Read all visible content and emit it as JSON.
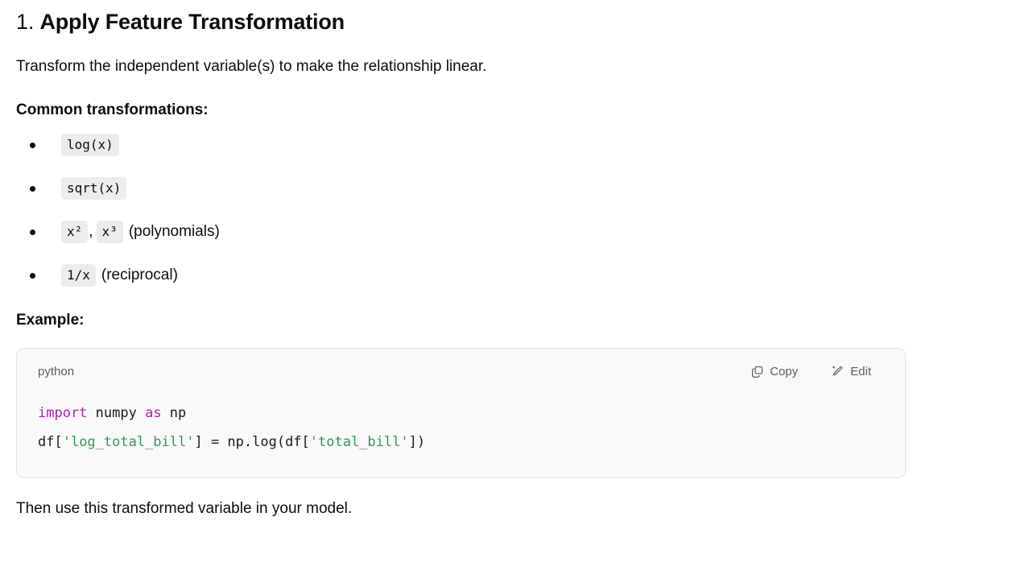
{
  "section": {
    "number": "1.",
    "title": "Apply Feature Transformation",
    "intro": "Transform the independent variable(s) to make the relationship linear.",
    "transformations_label": "Common transformations:",
    "example_label": "Example:",
    "closing": "Then use this transformed variable in your model."
  },
  "transformations": [
    {
      "code": "log(x)",
      "code2": "",
      "separator": "",
      "note": ""
    },
    {
      "code": "sqrt(x)",
      "code2": "",
      "separator": "",
      "note": ""
    },
    {
      "code": "x²",
      "code2": "x³",
      "separator": ",",
      "note": "(polynomials)"
    },
    {
      "code": "1/x",
      "code2": "",
      "separator": "",
      "note": "(reciprocal)"
    }
  ],
  "code_block": {
    "language": "python",
    "copy_label": "Copy",
    "edit_label": "Edit",
    "copy_icon": "copy-icon",
    "edit_icon": "edit-sparkle-icon",
    "lines": [
      {
        "tokens": [
          {
            "text": "import",
            "type": "keyword"
          },
          {
            "text": " numpy ",
            "type": "plain"
          },
          {
            "text": "as",
            "type": "keyword"
          },
          {
            "text": " np",
            "type": "plain"
          }
        ]
      },
      {
        "tokens": [
          {
            "text": "df[",
            "type": "plain"
          },
          {
            "text": "'log_total_bill'",
            "type": "string"
          },
          {
            "text": "] = np.log(df[",
            "type": "plain"
          },
          {
            "text": "'total_bill'",
            "type": "string"
          },
          {
            "text": "])",
            "type": "plain"
          }
        ]
      }
    ]
  },
  "colors": {
    "text": "#0d0d0d",
    "muted": "#5d5d5d",
    "chip_bg": "#ececec",
    "code_bg": "#f9f9f9",
    "code_border": "#e3e3e3",
    "keyword": "#a626a4",
    "string": "#2e9a55"
  }
}
